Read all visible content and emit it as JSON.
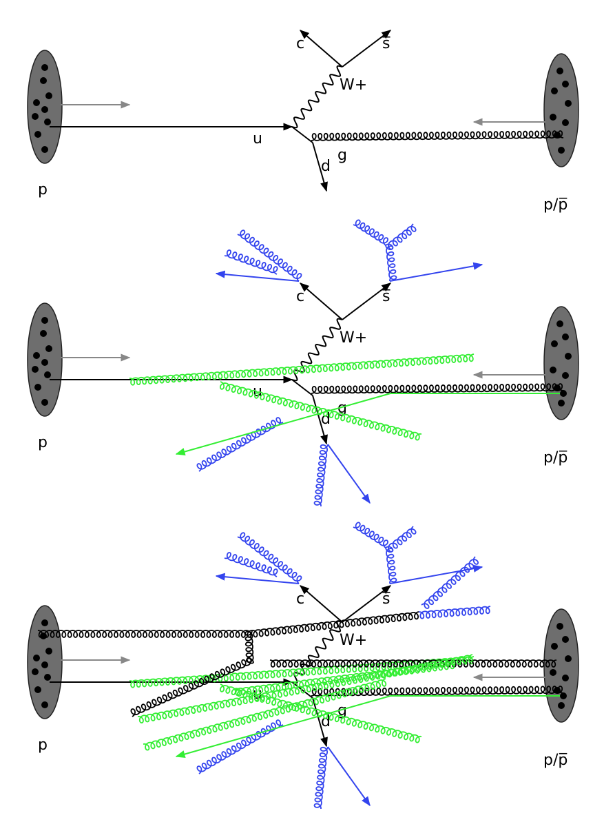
{
  "colors": {
    "hard": "#000000",
    "radiation": "#3344ee",
    "initial_state": "#33ee33",
    "beam_arrow": "#888888",
    "hadron_fill": "#6e6e6e"
  },
  "panels": [
    {
      "id": "hard-process",
      "labels": {
        "p": "p",
        "pbar": "p/p̅",
        "u": "u",
        "d": "d",
        "g": "g",
        "c": "c",
        "sbar": "s̅",
        "w": "W+"
      }
    },
    {
      "id": "parton-shower",
      "labels": {
        "p": "p",
        "pbar": "p/p̅",
        "u": "u",
        "d": "d",
        "g": "g",
        "c": "c",
        "sbar": "s̅",
        "w": "W+"
      }
    },
    {
      "id": "underlying-event",
      "labels": {
        "p": "p",
        "pbar": "p/p̅",
        "u": "u",
        "d": "d",
        "g": "g",
        "c": "c",
        "sbar": "s̅",
        "w": "W+"
      }
    }
  ]
}
